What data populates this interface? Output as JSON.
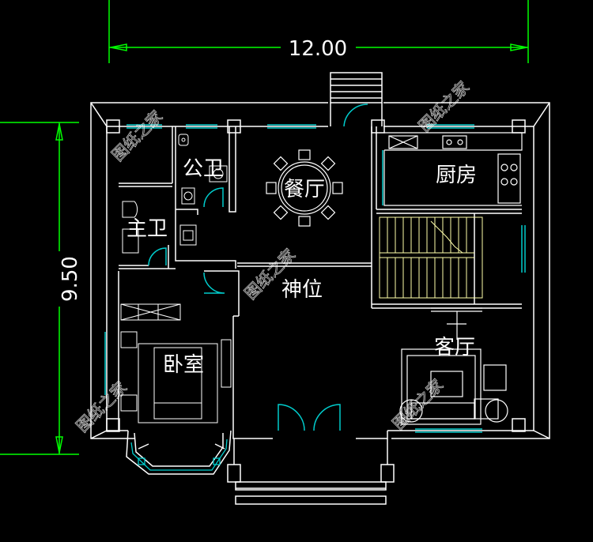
{
  "colors": {
    "background": "#000000",
    "wall": "#ffffff",
    "dimension": "#00ff00",
    "window": "#00cccc",
    "stair": "#ffffaa",
    "furniture": "#ffffff"
  },
  "dimensions": {
    "width": "12.00",
    "height": "9.50"
  },
  "rooms": {
    "public_bath": "公卫",
    "master_bath": "主卫",
    "dining": "餐厅",
    "kitchen": "厨房",
    "shrine": "神位",
    "bedroom": "卧室",
    "living": "客厅"
  },
  "watermark": "图纸之家"
}
